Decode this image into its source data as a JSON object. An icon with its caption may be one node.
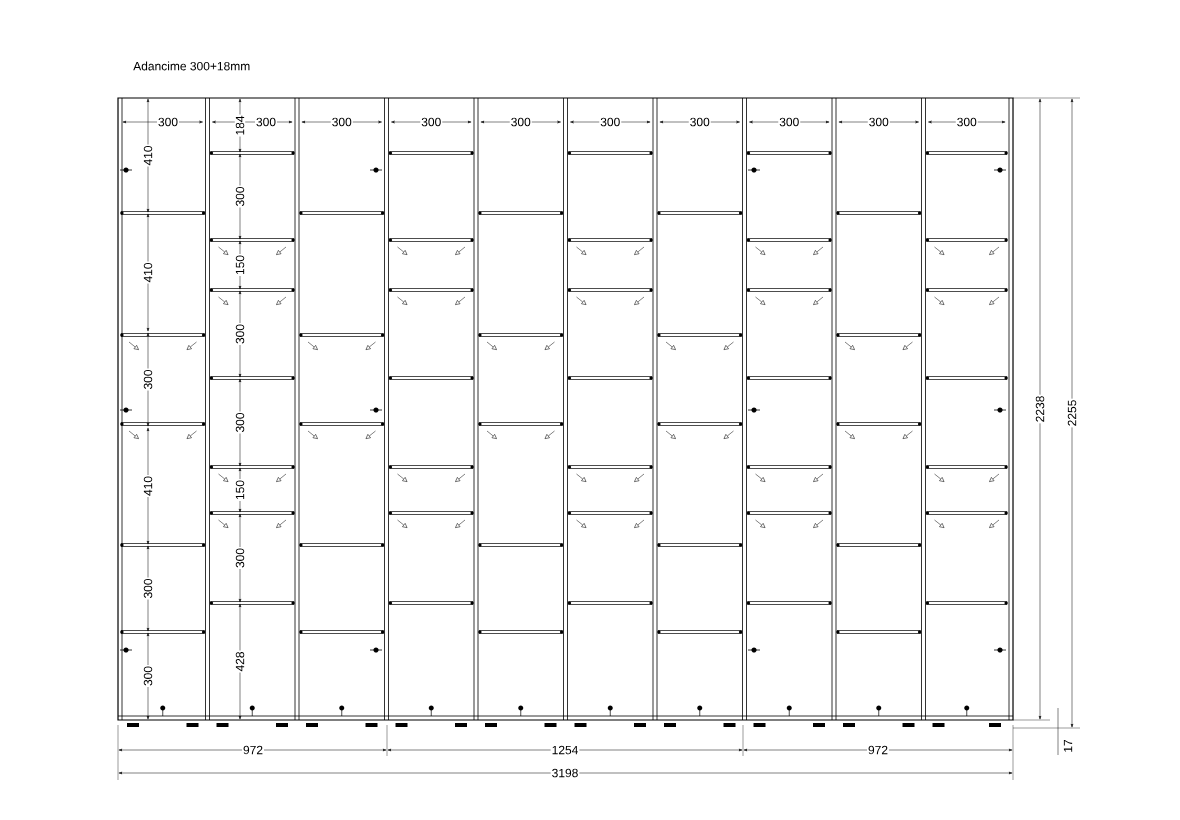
{
  "diagram": {
    "labels": [
      "Adancime 300+18mm",
      "300",
      "300",
      "300",
      "300",
      "300",
      "300",
      "300",
      "300",
      "300",
      "300",
      "410",
      "410",
      "300",
      "410",
      "300",
      "300",
      "184",
      "300",
      "150",
      "300",
      "300",
      "150",
      "300",
      "428",
      "2238",
      "2255",
      "972",
      "1254",
      "972",
      "17",
      "3198"
    ]
  }
}
